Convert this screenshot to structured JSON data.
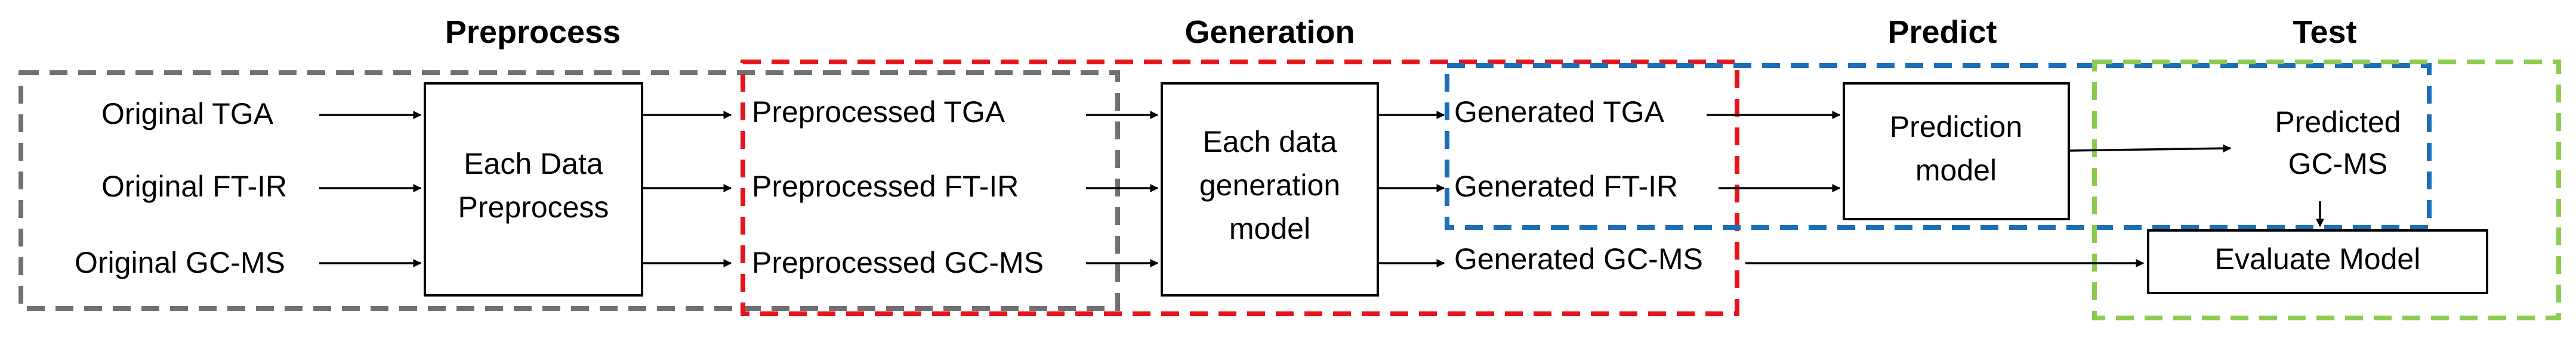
{
  "stages": {
    "preprocess": "Preprocess",
    "generation": "Generation",
    "predict": "Predict",
    "test": "Test"
  },
  "inputs": {
    "tga": "Original TGA",
    "ftir": "Original FT-IR",
    "gcms": "Original GC-MS"
  },
  "preprocess_box": {
    "line1": "Each Data",
    "line2": "Preprocess"
  },
  "preprocessed": {
    "tga": "Preprocessed TGA",
    "ftir": "Preprocessed FT-IR",
    "gcms": "Preprocessed GC-MS"
  },
  "generation_box": {
    "line1": "Each data",
    "line2": "generation",
    "line3": "model"
  },
  "generated": {
    "tga": "Generated TGA",
    "ftir": "Generated FT-IR",
    "gcms": "Generated GC-MS"
  },
  "prediction_box": {
    "line1": "Prediction",
    "line2": "model"
  },
  "predicted": {
    "line1": "Predicted",
    "line2": "GC-MS"
  },
  "evaluate_box": "Evaluate Model",
  "colors": {
    "preprocess": "#707070",
    "generation": "#e8141b",
    "predict": "#1a6fb8",
    "test": "#8dcb4f"
  }
}
